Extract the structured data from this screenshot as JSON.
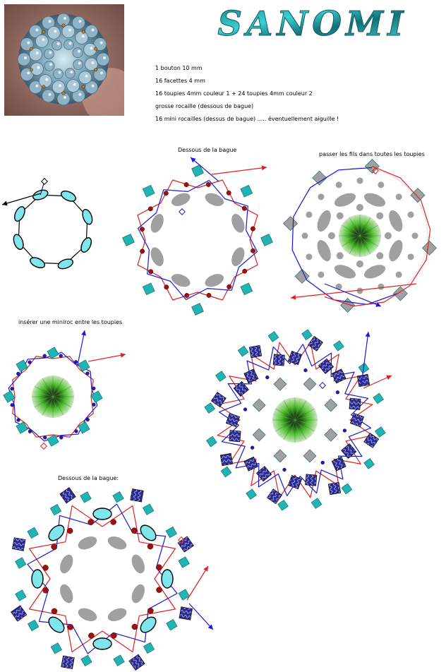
{
  "title": "SANOMI",
  "materials": [
    "1 bouton 10 mm",
    "16 facettes 4 mm",
    "16 toupies 4mm couleur 1 + 24 toupies 4mm couleur 2",
    "grosse rocaille (dessous de bague)",
    "16 mini rocailles   (dessus de bague) ..... éventuellement aiguille !"
  ],
  "captions": {
    "step2": "Dessous de la bague",
    "step3": "passer les fils dans toutes les toupies",
    "step4": "insérer une miniroc entre les toupies",
    "step6": "Dessous de la bague:"
  },
  "colors": {
    "thread_red": "#e02020",
    "thread_blue": "#1a1ad0",
    "bead_teal": "#20b4b4",
    "facette_cyan": "#7fe6ee",
    "rocaille": "#a01010",
    "placeholder_grey": "#a0a0a0",
    "cabochon_green": "#2e9a20",
    "toupie_purple": "#3a3aa0"
  }
}
